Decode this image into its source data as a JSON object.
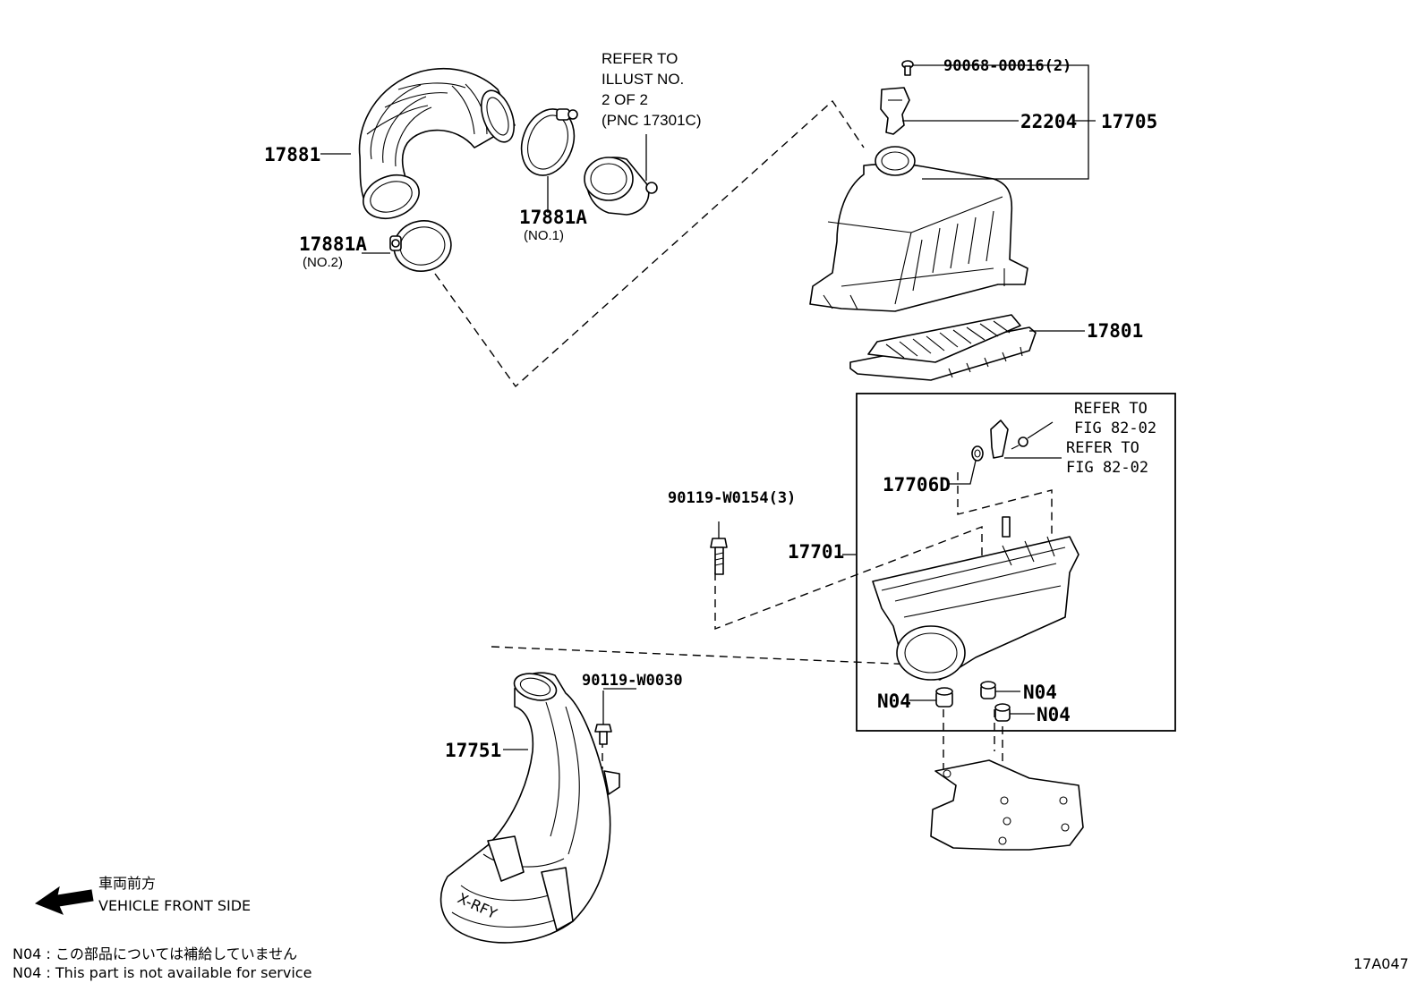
{
  "parts": {
    "p17881": "17881",
    "p17881A_no1": "17881A",
    "p17881A_no1_sub": "(NO.1)",
    "p17881A_no2": "17881A",
    "p17881A_no2_sub": "(NO.2)",
    "p90068": "90068-00016(2)",
    "p22204": "22204",
    "p17705": "17705",
    "p17801": "17801",
    "p17706D": "17706D",
    "p17701": "17701",
    "p90119_w0154": "90119-W0154(3)",
    "p90119_w0030": "90119-W0030",
    "p17751": "17751",
    "n04_a": "N04",
    "n04_b": "N04",
    "n04_c": "N04"
  },
  "refer_illust": {
    "line1": "REFER TO",
    "line2": "ILLUST NO.",
    "line3": "2 OF 2",
    "line4": "(PNC 17301C)"
  },
  "refer_fig_a": {
    "line1": "REFER TO",
    "line2": "FIG 82-02"
  },
  "refer_fig_b": {
    "line1": "REFER TO",
    "line2": "FIG 82-02"
  },
  "front_side": {
    "jp": "車両前方",
    "en": "VEHICLE FRONT SIDE"
  },
  "notes": {
    "jp": "N04 : この部品については補給していません",
    "en": "N04 : This part is not available for service"
  },
  "fig_id": "17A047",
  "duct_marking": "X-RFY"
}
